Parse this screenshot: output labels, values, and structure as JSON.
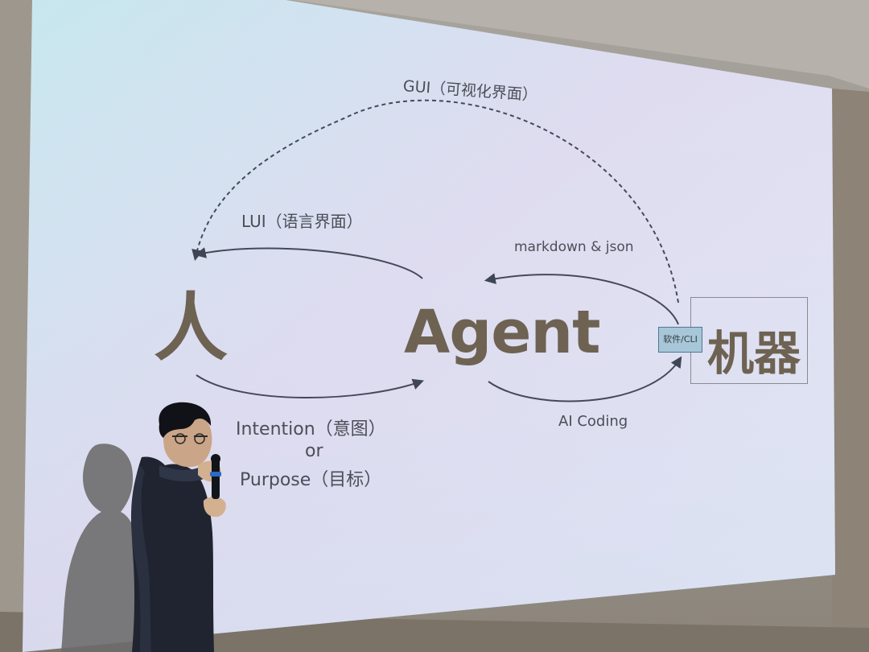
{
  "slide": {
    "gui_label": "GUI（可视化界面）",
    "lui_label": "LUI（语言界面）",
    "markdown_label": "markdown & json",
    "human_label": "人",
    "agent_label": "Agent",
    "machine_label": "机器",
    "cli_label": "软件/CLI",
    "intention_label": "Intention（意图）",
    "or_label": "or",
    "purpose_label": "Purpose（目标）",
    "ai_coding_label": "AI Coding"
  }
}
